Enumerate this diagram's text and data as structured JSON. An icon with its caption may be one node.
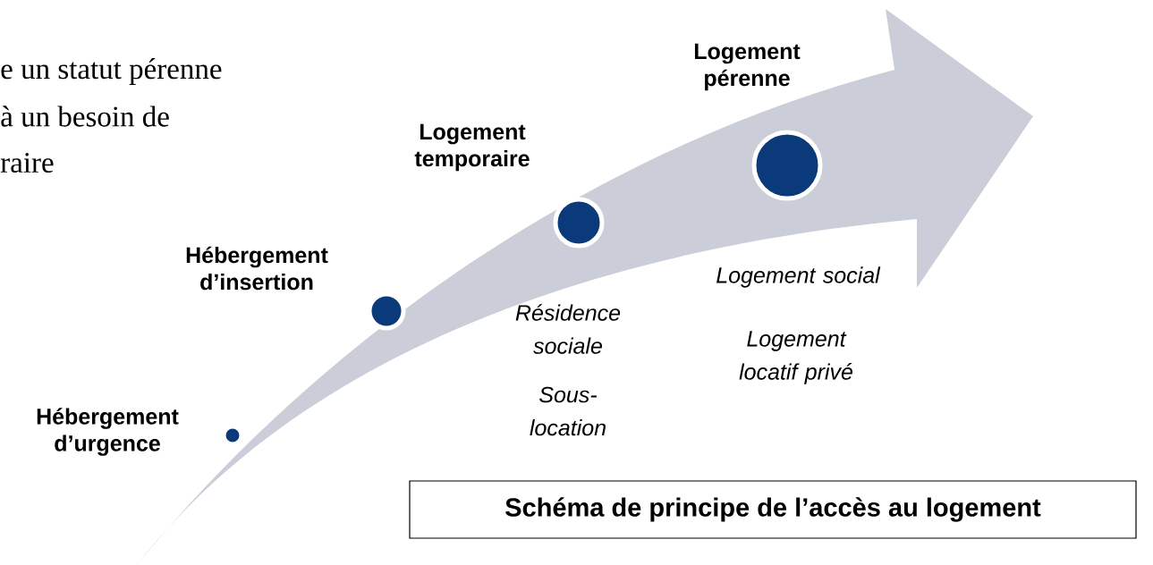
{
  "diagram": {
    "caption": "Schéma de principe de l’accès au logement",
    "nodes": [
      {
        "text": [
          "Hébergement d’urgence"
        ]
      },
      {
        "text": [
          "Hébergement d’insertion"
        ]
      },
      {
        "text": [
          "Logement temporaire"
        ],
        "beside": [
          "Résidence sociale",
          "Sous-location"
        ]
      },
      {
        "text": [
          "Logement pérenne"
        ],
        "beside": [
          "Logement social",
          "Logement locatif privé"
        ]
      }
    ],
    "labels": [
      "e un statut pérenne",
      "à un besoin de",
      "raire"
    ]
  }
}
